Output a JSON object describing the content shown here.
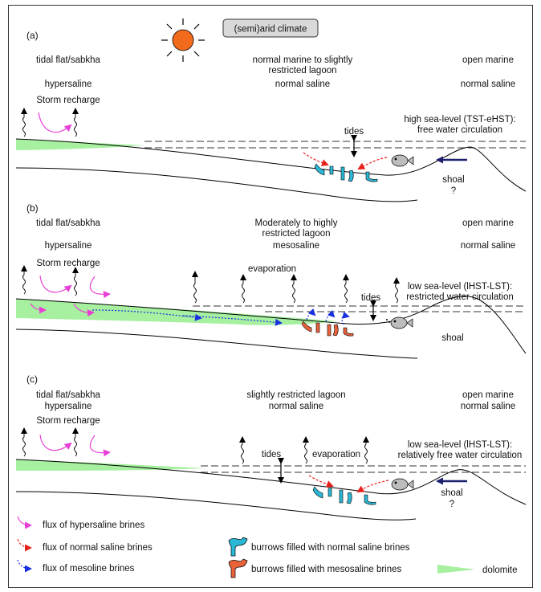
{
  "header": {
    "climate_label": "(semi)arid climate",
    "sun_icon": "sun-icon"
  },
  "panels": [
    {
      "letter": "(a)",
      "zones": [
        "tidal flat/sabkha",
        "normal marine to slightly",
        "restricted lagoon",
        "open marine"
      ],
      "salinity": [
        "hypersaline",
        "normal saline",
        "normal saline"
      ],
      "storm": "Storm recharge",
      "tides": "tides",
      "sealevel": [
        "high sea-level (TST-eHST):",
        "free water circulation"
      ],
      "shoal": "shoal",
      "shoal_q": "?"
    },
    {
      "letter": "(b)",
      "zones": [
        "tidal flat/sabkha",
        "Moderately to highly",
        "restricted lagoon",
        "open marine"
      ],
      "salinity": [
        "hypersaline",
        "mesosaline",
        "normal saline"
      ],
      "storm": "Storm recharge",
      "evaporation": "evaporation",
      "tides": "tides",
      "sealevel": [
        "low sea-level (lHST-LST):",
        "restricted water circulation"
      ],
      "shoal": "shoal"
    },
    {
      "letter": "(c)",
      "zones": [
        "tidal flat/sabkha",
        "slightly restricted lagoon",
        "open marine"
      ],
      "salinity": [
        "hypersaline",
        "normal saline",
        "normal saline"
      ],
      "storm": "Storm recharge",
      "tides": "tides",
      "evaporation": "evaporation",
      "sealevel": [
        "low sea-level (lHST-LST):",
        "relatively free water circulation"
      ],
      "shoal": "shoal",
      "shoal_q": "?"
    }
  ],
  "legend": {
    "hyper": "flux of hypersaline brines",
    "normal": "flux of normal saline brines",
    "meso": "flux of mesoline brines",
    "burrow_normal": "burrows filled with normal saline brines",
    "burrow_meso": "burrows filled with mesosaline brines",
    "dolomite": "dolomite"
  },
  "colors": {
    "sun": "#f26b1d",
    "dolomite": "#a6f0a0",
    "hyper_arrow": "#e83fd6",
    "normal_arrow": "#e8201c",
    "meso_arrow": "#1a2fe0",
    "burrow_normal": "#2bb7d6",
    "burrow_meso": "#e8623a",
    "current_arrow": "#1c1f6e"
  }
}
